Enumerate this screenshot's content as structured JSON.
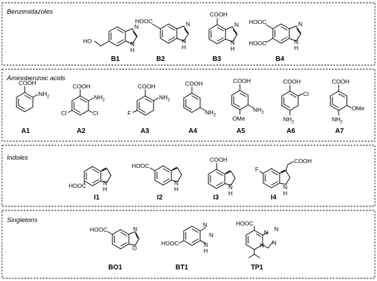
{
  "sections": [
    {
      "title": "Benzimidazoles",
      "compounds": [
        {
          "label": "B1",
          "texts": [
            "HO",
            "N",
            "N",
            "H"
          ]
        },
        {
          "label": "B2",
          "texts": [
            "HOOC",
            "N",
            "N",
            "H"
          ]
        },
        {
          "label": "B3",
          "texts": [
            "COOH",
            "N",
            "N",
            "H"
          ]
        },
        {
          "label": "B4",
          "texts": [
            "HOOC",
            "HOOC",
            "N",
            "N",
            "H"
          ]
        }
      ]
    },
    {
      "title": "Aminobenzoic acids",
      "compounds": [
        {
          "label": "A1",
          "texts": [
            "COOH",
            "NH2"
          ]
        },
        {
          "label": "A2",
          "texts": [
            "COOH",
            "NH2",
            "Cl",
            "Cl"
          ]
        },
        {
          "label": "A3",
          "texts": [
            "COOH",
            "NH2",
            "F"
          ]
        },
        {
          "label": "A4",
          "texts": [
            "COOH",
            "NH2"
          ]
        },
        {
          "label": "A5",
          "texts": [
            "COOH",
            "NH2",
            "OMe"
          ]
        },
        {
          "label": "A6",
          "texts": [
            "COOH",
            "Cl",
            "NH2"
          ]
        },
        {
          "label": "A7",
          "texts": [
            "COOH",
            "OMe",
            "NH2"
          ]
        }
      ]
    },
    {
      "title": "Indoles",
      "compounds": [
        {
          "label": "I1",
          "texts": [
            "HOOC",
            "N",
            "H"
          ]
        },
        {
          "label": "I2",
          "texts": [
            "HOOC",
            "N",
            "H"
          ]
        },
        {
          "label": "I3",
          "texts": [
            "COOH",
            "N",
            "H"
          ]
        },
        {
          "label": "I4",
          "texts": [
            "F",
            "COOH",
            "N",
            "H"
          ]
        }
      ]
    },
    {
      "title": "Singletons",
      "compounds": [
        {
          "label": "BO1",
          "texts": [
            "HOOC",
            "N",
            "O"
          ]
        },
        {
          "label": "BT1",
          "texts": [
            "HOOC",
            "N",
            "N",
            "N",
            "H"
          ]
        },
        {
          "label": "TP1",
          "texts": [
            "HOOC",
            "N",
            "N",
            "N",
            "N"
          ]
        }
      ]
    }
  ]
}
